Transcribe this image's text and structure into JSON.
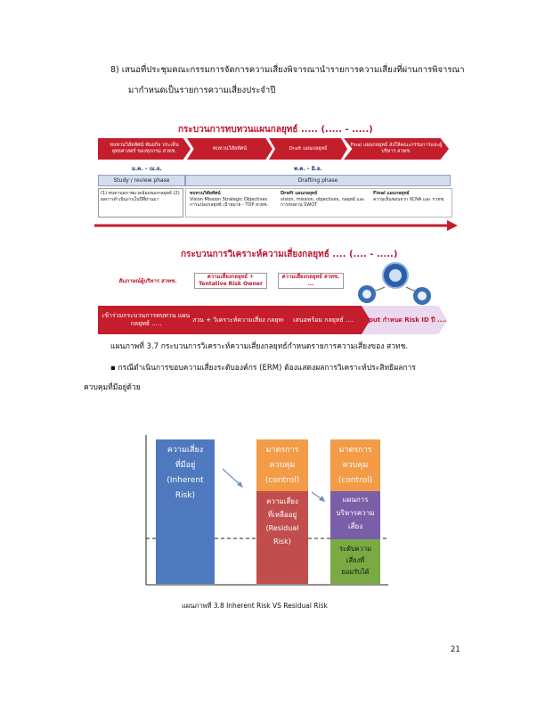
{
  "intro": {
    "line1": "8)  เสนอที่ประชุมคณะกรรมการจัดการความเสี่ยงพิจารณานำรายการความเสี่ยงที่ผ่านการพิจารณา",
    "line2": "มากำหนดเป็นรายการความเสี่ยงประจำปี"
  },
  "strategy": {
    "title": "กระบวนการทบทวนแผนกลยุทธ์ ..... (..... - .....)",
    "steps": [
      "ทบทวนวิสัยทัศน์ พันธกิจ ประเด็นยุทธศาสตร์ ของทุกกรม สวทช.",
      "ทบทวนวิสัยทัศน์",
      "Draft แผนกลยุทธ์",
      "Final แผนกลยุทธ์ ส่งให้คณะกรรมการและผู้บริหาร สวทช."
    ],
    "date1": "ม.ค. – เม.ย.",
    "date2": "พ.ค. – มิ.ย.",
    "phase1": "Study / review phase",
    "phase2": "Drafting phase",
    "box1": "(1) ทบทวนสภาพแวดล้อมของกลยุทธ์ (2) ผลการดำเนินงานในปีที่ผ่านมา",
    "box2_title": "ทบทวนวิสัยทัศน์",
    "box2": "Vision Mission Strategic Objectives การแปลงกลยุทธ์ เป้าหมาย - TOP สวทช.",
    "box3_title": "Draft แผนกลยุทธ์",
    "box3": "vision, mission, objectives, กลยุทธ์ และการทบทวน SWOT",
    "box4_title": "Final แผนกลยุทธ์",
    "box4": "ความเห็นชอบจาก XCNA และ กวทช."
  },
  "risk": {
    "title": "กระบวนการวิเคราะห์ความเสี่ยงกลยุทธ์ .... (.... - .....)",
    "label1": "สัมภาษณ์ผู้บริหาร สวทช.",
    "label2": "ความเสี่ยงกลยุทธ์ + Tentative Risk Owner",
    "label3": "ความเสี่ยงกลยุทธ์ สวทช. ...",
    "steps": [
      "เข้าร่วมกระบวนการทบทวน แผนกลยุทธ์ .....",
      "ทบทวน + วิเคราะห์ความเสี่ยง กลยุทธ์",
      "เสนอพร้อม กลยุทธ์ ....",
      "Input กำหนด Risk ID ปี ...."
    ]
  },
  "caption1": "แผนภาพที่ 3.7 กระบวนการวิเคราะห์ความเสี่ยงกลยุทธ์กำหนดรายการความเสี่ยงของ สวทช.",
  "bullet": {
    "line1": "▪  กรณีดำเนินการขอบความเสี่ยงระดับองค์กร (ERM) ต้องแสดงผลการวิเคราะห์ประสิทธิผลการ",
    "line2": "ควบคุมที่มีอยู่ด้วย"
  },
  "chart": {
    "bar1": [
      "ความเสี่ยง",
      "ที่มีอยู่",
      "(Inherent",
      "Risk)"
    ],
    "bar2_top": [
      "มาตรการ",
      "ควบคุม",
      "(control)"
    ],
    "bar2_bottom": [
      "ความเสี่ยง",
      "ที่เหลืออยู่",
      "",
      "(Residual",
      "Risk)"
    ],
    "bar3_top": [
      "มาตรการ",
      "ควบคุม",
      "(control)"
    ],
    "bar3_mid": [
      "แผนการ",
      "บริหารความ",
      "เสี่ยง"
    ],
    "bar3_bottom": [
      "ระดับความ",
      "เสี่ยงที่",
      "ยอมรับได้"
    ]
  },
  "caption2": "แผนภาพที่ 3.8 Inherent Risk VS Residual Risk",
  "page_number": "21",
  "colors": {
    "red": "#c41e2c",
    "blue": "#4f79bf",
    "orange": "#f39b47",
    "rose": "#c24d4d",
    "purple": "#7b5ea8",
    "green": "#7aab43"
  }
}
